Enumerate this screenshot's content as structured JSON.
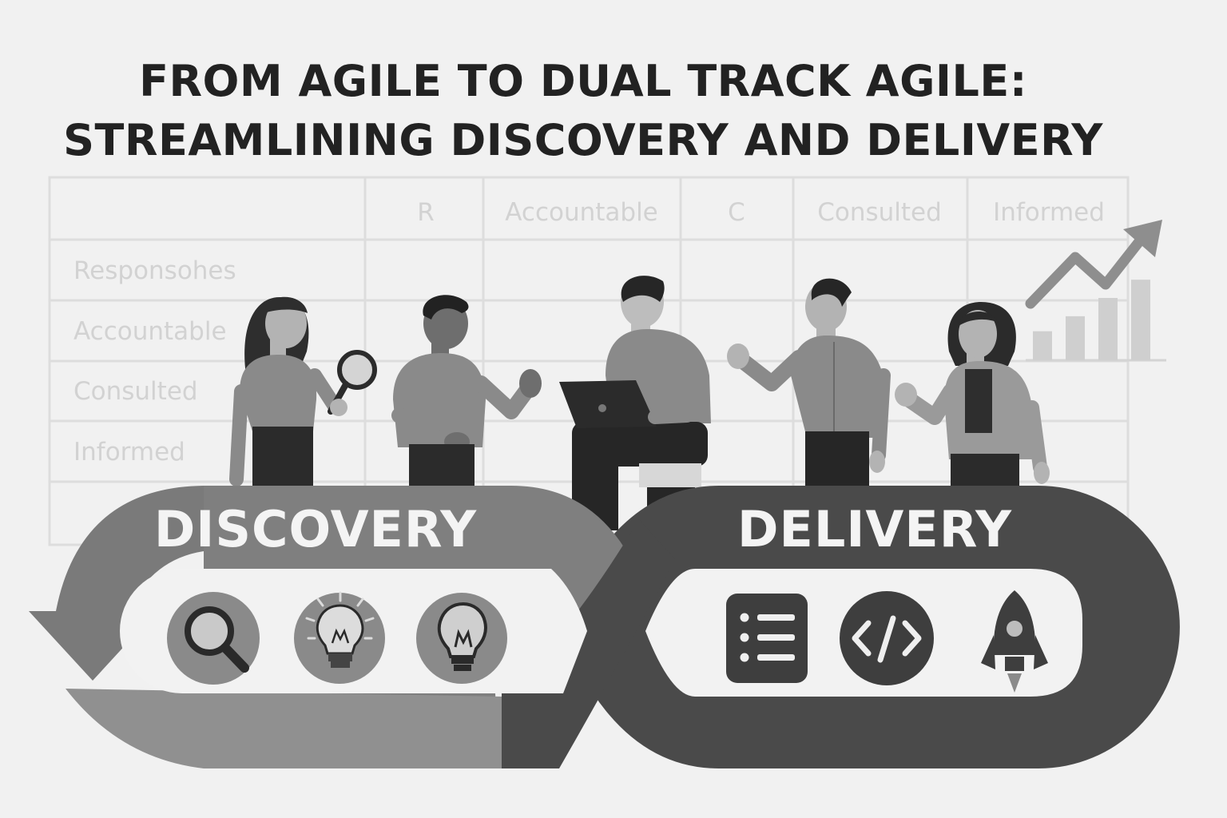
{
  "title": {
    "line1": "FROM AGILE TO DUAL TRACK AGILE:",
    "line2": "STREAMLINING DISCOVERY AND DELIVERY"
  },
  "raci_table": {
    "columns": [
      "R",
      "Accountable",
      "C",
      "Consulted",
      "Informed"
    ],
    "rows": [
      "Responsohes",
      "Accountable",
      "Consulted",
      "Informed"
    ]
  },
  "tracks": {
    "discovery": {
      "label": "DISCOVERY",
      "icons": [
        "search-icon",
        "idea-bulb-icon",
        "bulb-icon"
      ]
    },
    "delivery": {
      "label": "DELIVERY",
      "icons": [
        "list-icon",
        "code-icon",
        "rocket-icon"
      ]
    }
  },
  "colors": {
    "background": "#f1f1f1",
    "discovery_band": "#7f7f7f",
    "delivery_band": "#4a4a4a",
    "title": "#222222"
  },
  "growth_chart": {
    "bar_levels": [
      0.35,
      0.53,
      0.75,
      0.97
    ]
  }
}
